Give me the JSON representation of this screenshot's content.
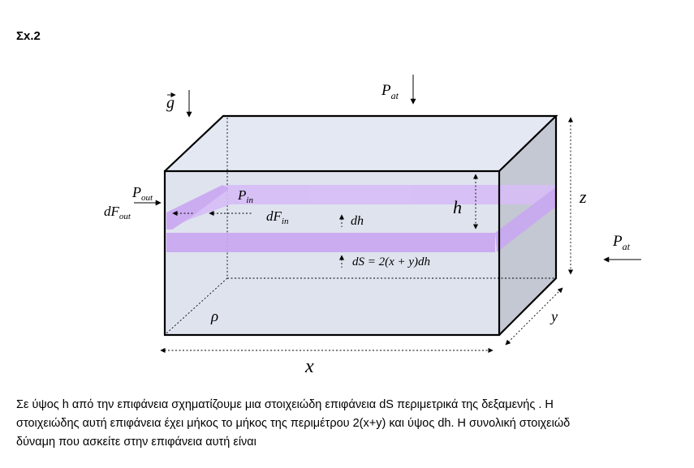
{
  "heading": "Σx.2",
  "labels": {
    "g": "g",
    "p_at_top": "P",
    "p_at_top_sub": "at",
    "p_at_right": "P",
    "p_at_right_sub": "at",
    "p_out": "P",
    "p_out_sub": "out",
    "df_out": "dF",
    "df_out_sub": "out",
    "p_in": "P",
    "p_in_sub": "in",
    "df_in": "dF",
    "df_in_sub": "in",
    "dh": "dh",
    "h": "h",
    "z": "z",
    "y": "y",
    "x": "x",
    "rho": "ρ",
    "ds_formula": "dS = 2(x + y)dh"
  },
  "colors": {
    "box_fill": "#dfe3ee",
    "side_face": "#c4c8d2",
    "band": "#c9a7f2"
  },
  "text": {
    "line1": "Σε ύψος h από την επιφάνεια σχηματίζουμε μια στοιχειώδη επιφάνεια dS περιμετρικά της δεξαμενής  . Η",
    "line2": "στοιχειώδης αυτή επιφάνεια έχει μήκος το μήκος της περιμέτρου  2(x+y) και ύψος dh. Η συνολική στοιχειώδ",
    "line3": "δύναμη που ασκείτε στην επιφάνεια αυτή είναι"
  }
}
